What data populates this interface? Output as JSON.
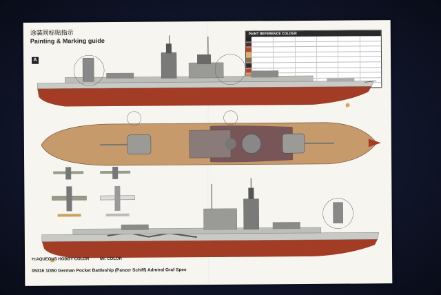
{
  "sheet": {
    "title_cn": "涂装同标贴指示",
    "title_en": "Painting & Marking guide",
    "marker": "A",
    "paint_table_title": "PAINT REFERENCE COLOUR",
    "legend": {
      "aqueous": "H:AQUEOUS HOBBY COLOR",
      "mr": "Mr. COLOR"
    },
    "footer": "05316  1/350 German Pocket Battleship (Panzer Schiff) Admiral Graf Spee"
  },
  "colors": {
    "paper": "#f6f5f0",
    "background": "#10152a",
    "hull_red": "#a33c24",
    "hull_grey": "#c9c9c6",
    "deck_wood": "#c69a6a",
    "dark_grey": "#555555",
    "camo_purple": "#6a4a55"
  },
  "paint_swatches": [
    "#222222",
    "#5a2a2a",
    "#b04a2a",
    "#e0b060",
    "#8a6a4a",
    "#2a2a2a",
    "#c04030",
    "#d08a40",
    "#6a6a6a",
    "#e0d0a0"
  ]
}
